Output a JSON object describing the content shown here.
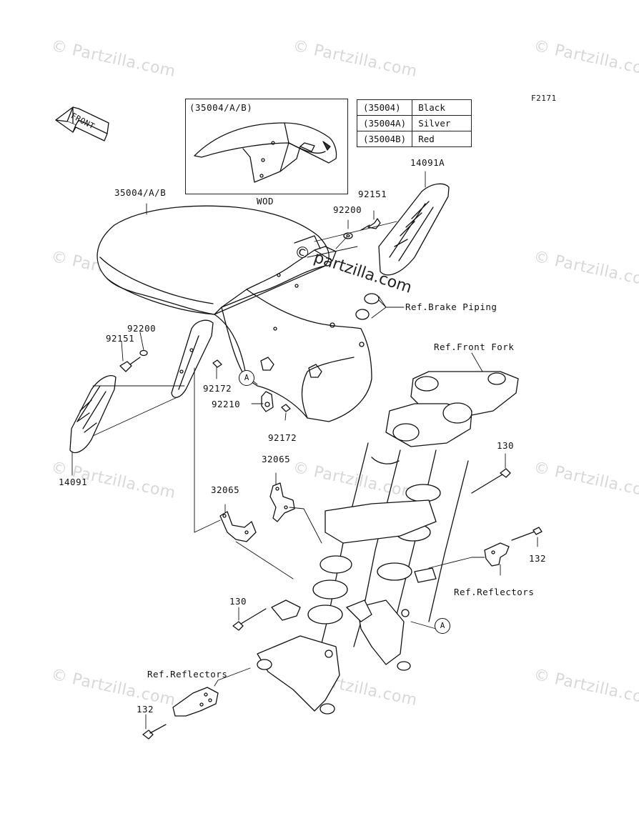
{
  "diagram_code": "F2171",
  "watermark_text": "© Partzilla.com",
  "watermark_center_text": "© partzilla.com",
  "front_arrow_label": "FRONT",
  "inset": {
    "title": "(35004/A/B)",
    "caption": "WOD"
  },
  "legend": [
    {
      "code": "(35004)",
      "color": "Black"
    },
    {
      "code": "(35004A)",
      "color": "Silver"
    },
    {
      "code": "(35004B)",
      "color": "Red"
    }
  ],
  "labels": {
    "fender": "35004/A/B",
    "cover_right": "14091A",
    "bolt_right": "92151",
    "washer_right": "92200",
    "brake_piping": "Ref.Brake Piping",
    "front_fork": "Ref.Front Fork",
    "washer_left": "92200",
    "bolt_left": "92151",
    "screw_left": "92172",
    "clamp": "92210",
    "screw_center": "92172",
    "cover_left": "14091",
    "bracket_upper": "32065",
    "bracket_lower": "32065",
    "bolt_130_right": "130",
    "bolt_132_right": "132",
    "reflectors_right": "Ref.Reflectors",
    "bolt_130_left": "130",
    "reflectors_left": "Ref.Reflectors",
    "bolt_132_left": "132",
    "callout_a": "A"
  },
  "colors": {
    "line": "#111111",
    "watermark": "#d8d8d8"
  }
}
